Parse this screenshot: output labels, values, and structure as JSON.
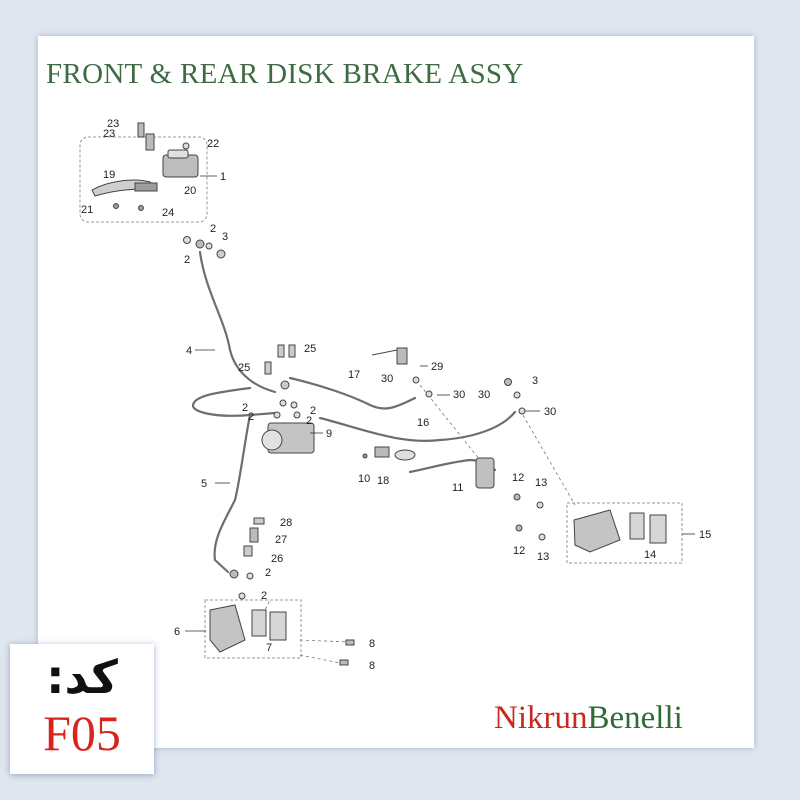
{
  "title": "FRONT & REAR DISK BRAKE ASSY",
  "code": {
    "label": "کد:",
    "value": "F05"
  },
  "brand": {
    "part1": "Nikrun",
    "part2": "Benelli"
  },
  "callouts": {
    "c1": "1",
    "c2": "2",
    "c3": "3",
    "c4": "4",
    "c5": "5",
    "c6": "6",
    "c7": "7",
    "c8": "8",
    "c9": "9",
    "c10": "10",
    "c11": "11",
    "c12": "12",
    "c13": "13",
    "c14": "14",
    "c15": "15",
    "c16": "16",
    "c17": "17",
    "c18": "18",
    "c19": "19",
    "c20": "20",
    "c21": "21",
    "c22": "22",
    "c23": "23",
    "c24": "24",
    "c25": "25",
    "c26": "26",
    "c27": "27",
    "c28": "28",
    "c29": "29",
    "c30": "30"
  },
  "colors": {
    "title": "#3e6a44",
    "code_value": "#d9241c",
    "brand_part1": "#c8281e",
    "brand_part2": "#2f6b35"
  }
}
